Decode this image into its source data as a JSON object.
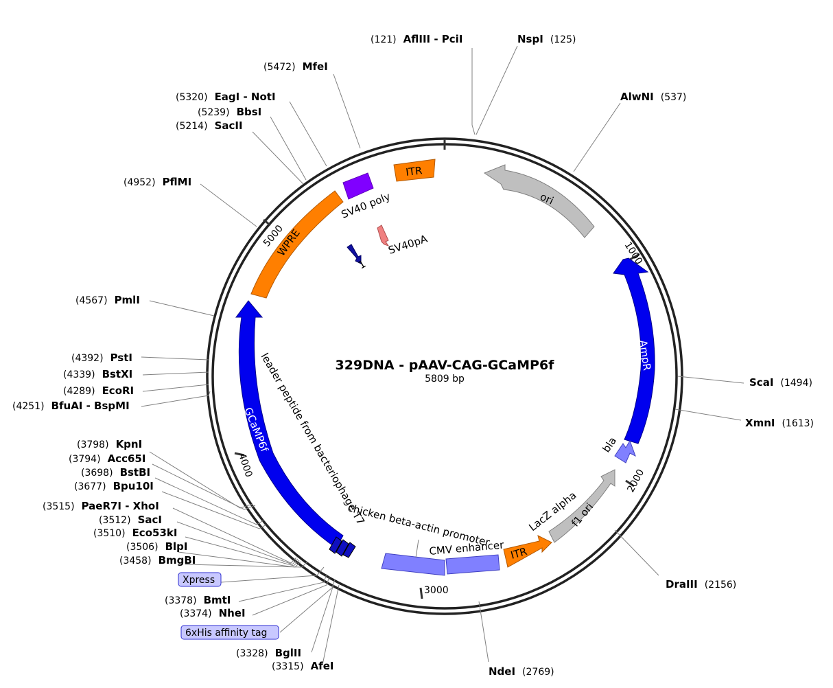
{
  "map": {
    "title": "329DNA - pAAV-CAG-GCaMP6f",
    "length_label": "5809 bp"
  },
  "ticks": [
    "1000",
    "2000",
    "3000",
    "4000",
    "5000"
  ],
  "features": {
    "itr_top": "ITR",
    "sv40_poly": "SV40 poly",
    "sv40pa": "SV40pA",
    "one": "1",
    "ori": "ori",
    "ampr": "AmpR",
    "bla": "bla",
    "f1_ori": "f1 ori",
    "lacz_alpha": "LacZ alpha",
    "itr_bottom": "ITR",
    "cmv_enhancer": "CMV enhancer",
    "chicken_promoter": "chicken beta-actin promoter",
    "leader_peptide": "leader peptide from bacteriophage T7",
    "gcamp6f": "GCaMP6f",
    "wpre": "WPRE"
  },
  "tags": {
    "xpress": "Xpress",
    "his_tag": "6xHis affinity tag"
  },
  "sites": [
    {
      "id": "afliii",
      "pos": "(121)",
      "name": "AflIII - PciI"
    },
    {
      "id": "nspi",
      "pos": "(125)",
      "name": "NspI"
    },
    {
      "id": "mfei",
      "pos": "(5472)",
      "name": "MfeI"
    },
    {
      "id": "alwni",
      "pos": "(537)",
      "name": "AlwNI"
    },
    {
      "id": "eagi",
      "pos": "(5320)",
      "name": "EagI - NotI"
    },
    {
      "id": "bbsi",
      "pos": "(5239)",
      "name": "BbsI"
    },
    {
      "id": "sacii",
      "pos": "(5214)",
      "name": "SacII"
    },
    {
      "id": "pflmi",
      "pos": "(4952)",
      "name": "PflMI"
    },
    {
      "id": "pmli",
      "pos": "(4567)",
      "name": "PmlI"
    },
    {
      "id": "psti",
      "pos": "(4392)",
      "name": "PstI"
    },
    {
      "id": "bstxi",
      "pos": "(4339)",
      "name": "BstXI"
    },
    {
      "id": "ecori",
      "pos": "(4289)",
      "name": "EcoRI"
    },
    {
      "id": "bfuai",
      "pos": "(4251)",
      "name": "BfuAI - BspMI"
    },
    {
      "id": "scai",
      "pos": "(1494)",
      "name": "ScaI"
    },
    {
      "id": "xmni",
      "pos": "(1613)",
      "name": "XmnI"
    },
    {
      "id": "kpni",
      "pos": "(3798)",
      "name": "KpnI"
    },
    {
      "id": "acc65i",
      "pos": "(3794)",
      "name": "Acc65I"
    },
    {
      "id": "bstbi",
      "pos": "(3698)",
      "name": "BstBI"
    },
    {
      "id": "bpu10i",
      "pos": "(3677)",
      "name": "Bpu10I"
    },
    {
      "id": "paer7i",
      "pos": "(3515)",
      "name": "PaeR7I - XhoI"
    },
    {
      "id": "saci",
      "pos": "(3512)",
      "name": "SacI"
    },
    {
      "id": "eco53ki",
      "pos": "(3510)",
      "name": "Eco53kI"
    },
    {
      "id": "blpi",
      "pos": "(3506)",
      "name": "BlpI"
    },
    {
      "id": "bmgbi",
      "pos": "(3458)",
      "name": "BmgBI"
    },
    {
      "id": "bmti",
      "pos": "(3378)",
      "name": "BmtI"
    },
    {
      "id": "nhei",
      "pos": "(3374)",
      "name": "NheI"
    },
    {
      "id": "bglii",
      "pos": "(3328)",
      "name": "BglII"
    },
    {
      "id": "afei",
      "pos": "(3315)",
      "name": "AfeI"
    },
    {
      "id": "draiii",
      "pos": "(2156)",
      "name": "DraIII"
    },
    {
      "id": "ndei",
      "pos": "(2769)",
      "name": "NdeI"
    }
  ]
}
